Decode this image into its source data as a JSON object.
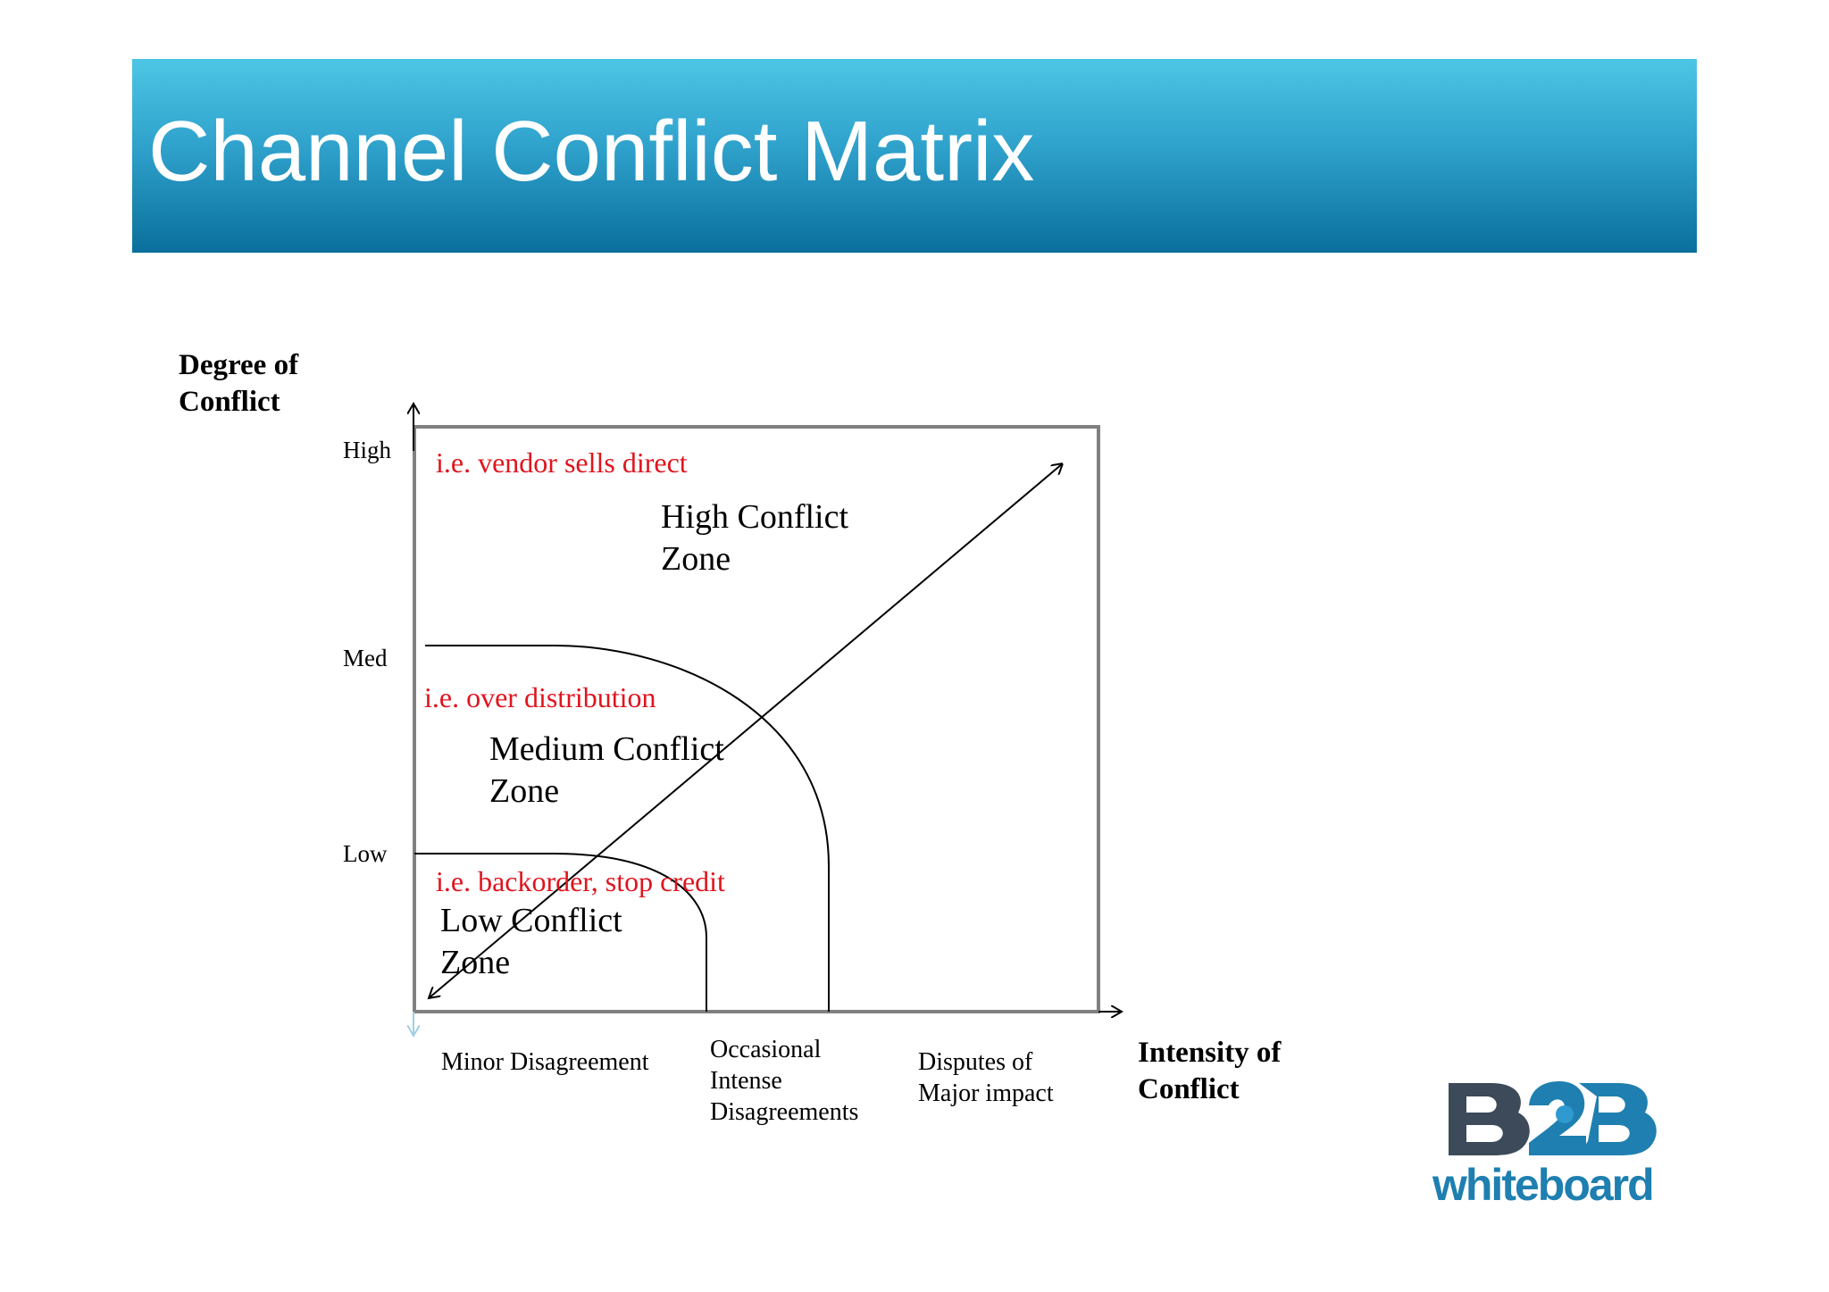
{
  "slide": {
    "title": "Channel Conflict Matrix"
  },
  "y_axis": {
    "title_line1": "Degree of",
    "title_line2": "Conflict",
    "ticks": [
      "High",
      "Med",
      "Low"
    ]
  },
  "x_axis": {
    "title_line1": "Intensity of",
    "title_line2": "Conflict",
    "ticks": [
      {
        "line1": "Minor  Disagreement"
      },
      {
        "line1": "Occasional",
        "line2": "Intense",
        "line3": "Disagreements"
      },
      {
        "line1": "Disputes of",
        "line2": "Major impact"
      }
    ]
  },
  "zones": {
    "high": {
      "example": "i.e. vendor sells direct",
      "line1": "High Conflict",
      "line2": "Zone"
    },
    "medium": {
      "example": "i.e. over distribution",
      "line1": "Medium Conflict",
      "line2": "Zone"
    },
    "low": {
      "example": "i.e.  backorder, stop credit",
      "line1": "Low Conflict",
      "line2": "Zone"
    }
  },
  "logo": {
    "line1": "B2B",
    "line2": "whiteboard"
  },
  "colors": {
    "banner_top": "#4dc6e5",
    "banner_bottom": "#0a6f9c",
    "example_text": "#e0141e",
    "logo_dark": "#3c4a5a",
    "logo_blue": "#1e7fb0"
  }
}
